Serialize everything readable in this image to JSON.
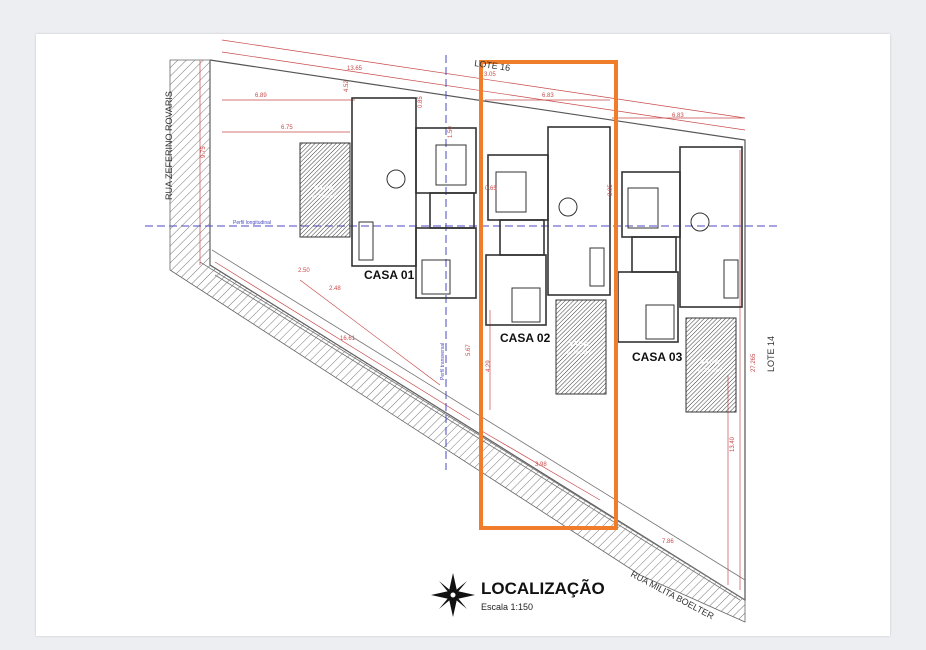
{
  "plan": {
    "lote_top": "LOTE 16",
    "lote_right": "LOTE 14",
    "street_left": "RUA ZEFERINO ROVARIS",
    "street_bottom": "RUA MILITA BOELTER",
    "houses": [
      "CASA 01",
      "CASA 02",
      "CASA 03"
    ],
    "parking_label": "VAGA",
    "parking_areas": [
      "A: 13.60m²",
      "A: 12.50m²",
      "A: 13.90m²"
    ],
    "perfil_longitudinal": "Perfil longitudinal",
    "perfil_transversal": "Perfil transversal",
    "dimensions": {
      "top_total": "13.65",
      "top_lote": "3.05",
      "left_width": "6.89",
      "left_width2": "6.75",
      "mid_width": "6.83",
      "right_width": "6.83",
      "left_depth": "9.75",
      "diag_a": "2.50",
      "diag_b": "2.48",
      "diag_c": "16.61",
      "mid_depth": "5.67",
      "mid_depth2": "4.29",
      "lower_diag": "3.98",
      "bottom_diag": "7.86",
      "right_depth": "27.265",
      "right_lower": "13.40",
      "small_a": "4.52",
      "small_b": "0.85",
      "small_c": "1.50",
      "small_d": "0.65",
      "small_e": "3.05"
    },
    "highlight_color": "#f07d2a"
  },
  "title_block": {
    "title": "LOCALIZAÇÃO",
    "scale": "Escala 1:150"
  }
}
